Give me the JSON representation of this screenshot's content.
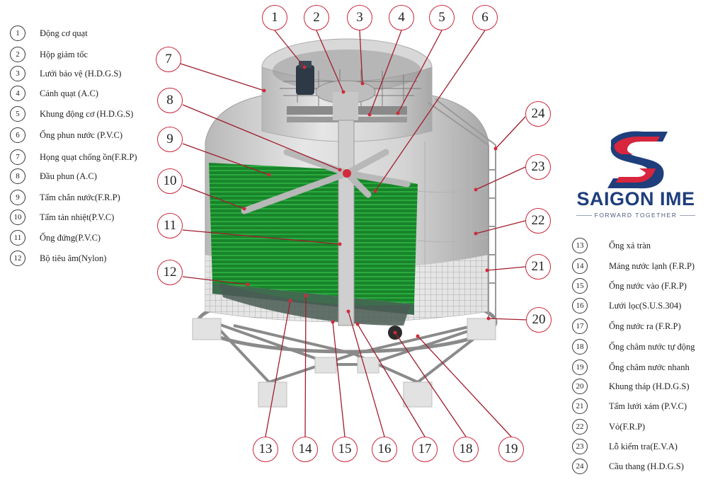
{
  "legend_left": [
    {
      "num": "1",
      "label": "Động cơ quạt"
    },
    {
      "num": "2",
      "label": "Hộp giảm tốc"
    },
    {
      "num": "3",
      "label": "Lưới bảo vệ (H.D.G.S)"
    },
    {
      "num": "4",
      "label": "Cánh quạt (A.C)"
    },
    {
      "num": "5",
      "label": "Khung động cơ (H.D.G.S)"
    },
    {
      "num": "6",
      "label": "Ống phun nước (P.V.C)"
    },
    {
      "num": "7",
      "label": "Họng quạt chống ồn(F.R.P)"
    },
    {
      "num": "8",
      "label": "Đầu phun (A.C)"
    },
    {
      "num": "9",
      "label": "Tấm chắn nước(F.R.P)"
    },
    {
      "num": "10",
      "label": "Tấm tản nhiệt(P.V.C)"
    },
    {
      "num": "11",
      "label": "Ống đứng(P.V.C)"
    },
    {
      "num": "12",
      "label": "Bộ tiêu âm(Nylon)"
    }
  ],
  "legend_right": [
    {
      "num": "13",
      "label": "Ống xả tràn"
    },
    {
      "num": "14",
      "label": "Máng nước lạnh (F.R.P)"
    },
    {
      "num": "15",
      "label": "Ống nước vào (F.R.P)"
    },
    {
      "num": "16",
      "label": "Lưới lọc(S.U.S.304)"
    },
    {
      "num": "17",
      "label": "Ống nước ra (F.R.P)"
    },
    {
      "num": "18",
      "label": "Ống châm nước tự động"
    },
    {
      "num": "19",
      "label": "Ống châm nước nhanh"
    },
    {
      "num": "20",
      "label": "Khung tháp (H.D.G.S)"
    },
    {
      "num": "21",
      "label": "Tấm lưới xám (P.V.C)"
    },
    {
      "num": "22",
      "label": "Vỏ(F.R.P)"
    },
    {
      "num": "23",
      "label": "Lỗ kiểm tra(E.V.A)"
    },
    {
      "num": "24",
      "label": "Cầu thang (H.D.G.S)"
    }
  ],
  "callouts": [
    {
      "num": "1"
    },
    {
      "num": "2"
    },
    {
      "num": "3"
    },
    {
      "num": "4"
    },
    {
      "num": "5"
    },
    {
      "num": "6"
    },
    {
      "num": "7"
    },
    {
      "num": "8"
    },
    {
      "num": "9"
    },
    {
      "num": "10"
    },
    {
      "num": "11"
    },
    {
      "num": "12"
    },
    {
      "num": "13"
    },
    {
      "num": "14"
    },
    {
      "num": "15"
    },
    {
      "num": "16"
    },
    {
      "num": "17"
    },
    {
      "num": "18"
    },
    {
      "num": "19"
    },
    {
      "num": "20"
    },
    {
      "num": "21"
    },
    {
      "num": "22"
    },
    {
      "num": "23"
    },
    {
      "num": "24"
    }
  ],
  "logo": {
    "name": "SAIGON IME",
    "tagline": "FORWARD TOGETHER"
  },
  "colors": {
    "callout_border": "#c8283c",
    "leader": "#a01e2e",
    "fill_media": "#1f9a35",
    "shell": "#dcdcdc",
    "logo_blue": "#1f3e7c",
    "logo_red": "#d7263d"
  }
}
